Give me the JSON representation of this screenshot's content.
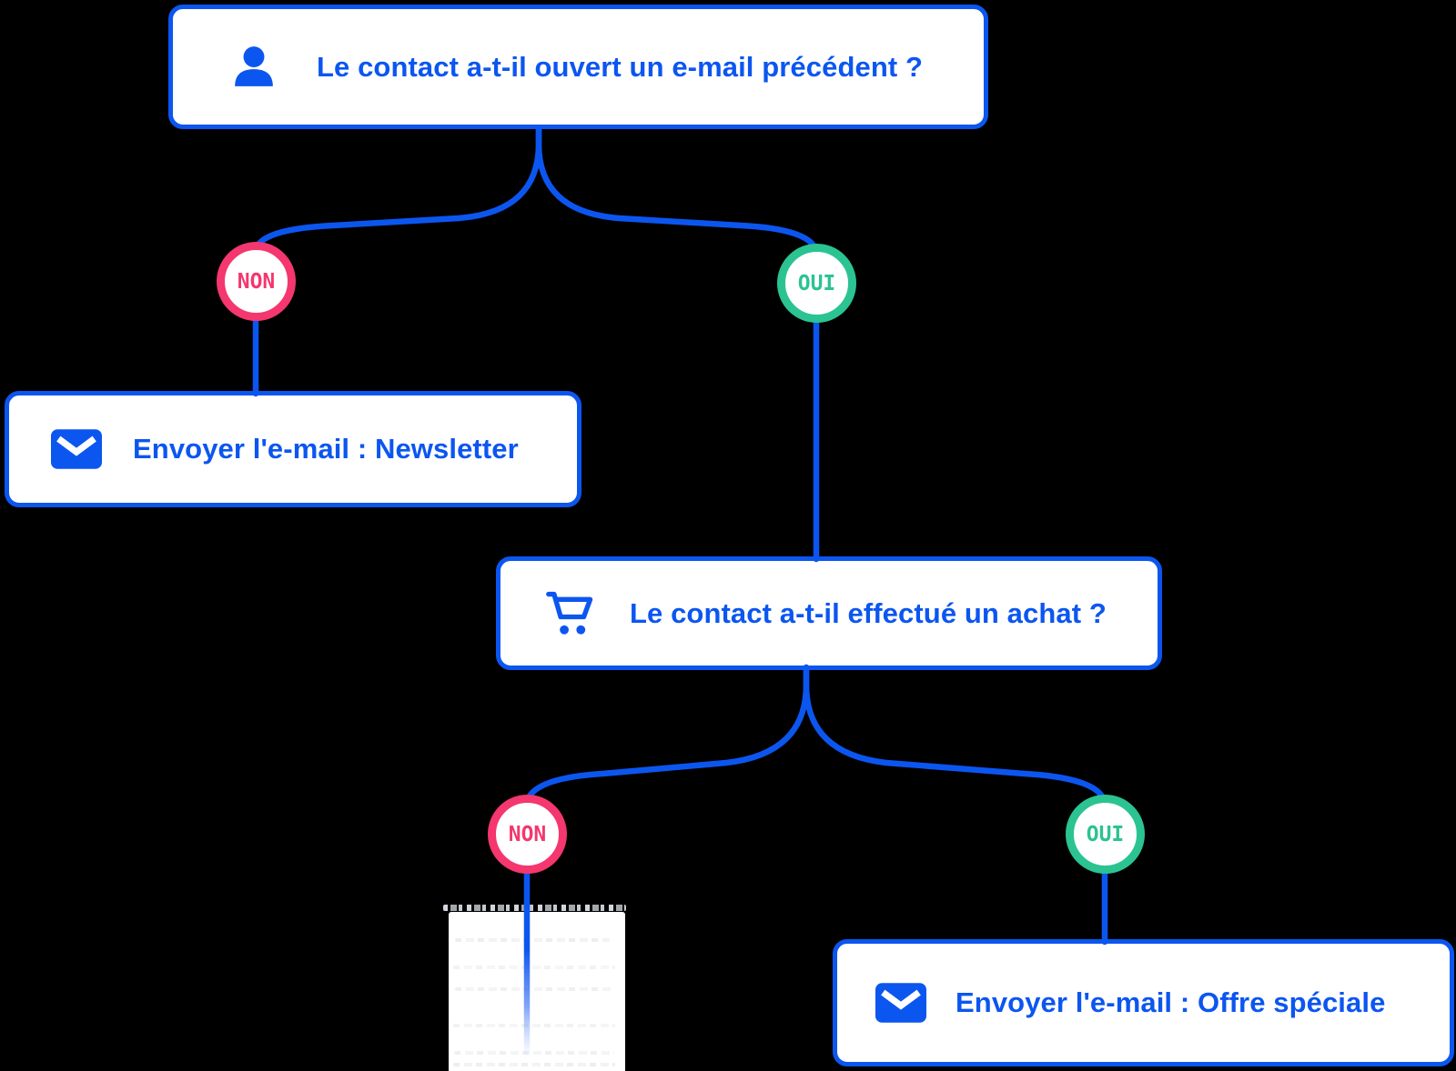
{
  "diagram": {
    "background": "#000000",
    "colors": {
      "primary_blue": "#0C56F0",
      "no_pink": "#F4376E",
      "yes_green": "#2BC392",
      "node_background": "#FFFFFF"
    },
    "nodes": {
      "question_email_opened": {
        "icon": "person-icon",
        "label": "Le contact a-t-il ouvert un e-mail précédent ?"
      },
      "action_send_newsletter": {
        "icon": "envelope-icon",
        "label": "Envoyer l'e-mail : Newsletter"
      },
      "question_purchase_made": {
        "icon": "cart-icon",
        "label": "Le contact a-t-il effectué un achat ?"
      },
      "action_send_special_offer": {
        "icon": "envelope-icon",
        "label": "Envoyer l'e-mail : Offre spéciale"
      }
    },
    "branch_labels": {
      "q1_no": "NON",
      "q1_yes": "OUI",
      "q2_no": "NON",
      "q2_yes": "OUI"
    }
  }
}
